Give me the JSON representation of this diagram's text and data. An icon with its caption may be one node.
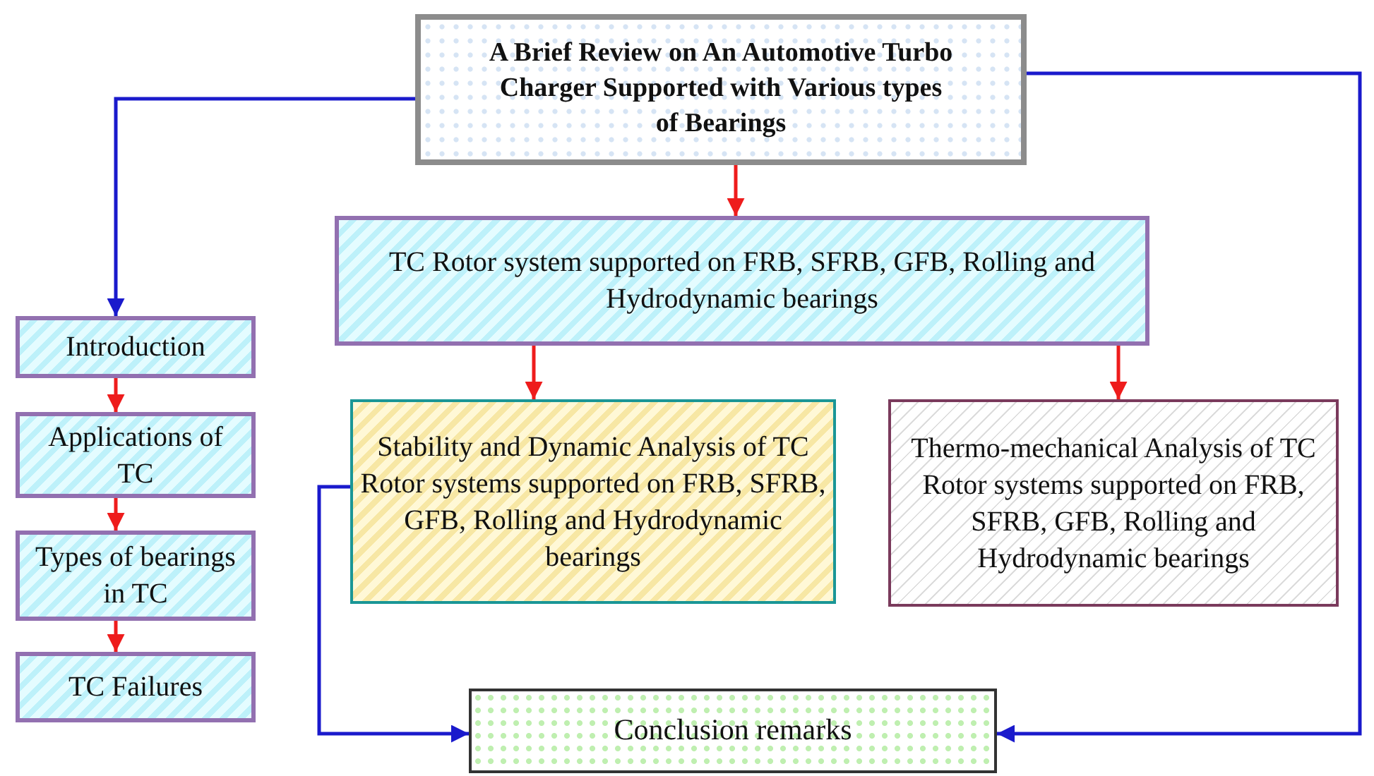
{
  "diagram": {
    "nodes": [
      {
        "text": [
          "A Brief Review on An Automotive Turbo Charger Supported with Various types of Bearings"
        ]
      },
      {
        "text": [
          "TC Rotor system supported on FRB, SFRB, GFB, Rolling and Hydrodynamic bearings"
        ]
      },
      {
        "text": [
          "Introduction"
        ]
      },
      {
        "text": [
          "Applications of TC"
        ]
      },
      {
        "text": [
          "Types of bearings in TC"
        ]
      },
      {
        "text": [
          "TC Failures"
        ]
      },
      {
        "text": [
          "Stability and Dynamic Analysis of TC Rotor systems supported on FRB, SFRB, GFB, Rolling and Hydrodynamic bearings"
        ]
      },
      {
        "text": [
          "Thermo-mechanical Analysis of TC Rotor systems supported on FRB, SFRB, GFB, Rolling and Hydrodynamic bearings"
        ]
      },
      {
        "text": [
          "Conclusion remarks"
        ]
      }
    ],
    "edges": [
      {
        "from": 0,
        "to": 1,
        "arrow": "to"
      },
      {
        "from": 0,
        "to": 2,
        "arrow": "to",
        "color": "#1a1acc"
      },
      {
        "from": 0,
        "to": 8,
        "arrow": "to",
        "color": "#1a1acc"
      },
      {
        "from": 1,
        "to": 6,
        "arrow": "to"
      },
      {
        "from": 1,
        "to": 7,
        "arrow": "to"
      },
      {
        "from": 2,
        "to": 3,
        "arrow": "to"
      },
      {
        "from": 3,
        "to": 4,
        "arrow": "to"
      },
      {
        "from": 4,
        "to": 5,
        "arrow": "to"
      },
      {
        "from": 6,
        "to": 8,
        "arrow": "to",
        "color": "#1a1acc"
      }
    ]
  }
}
